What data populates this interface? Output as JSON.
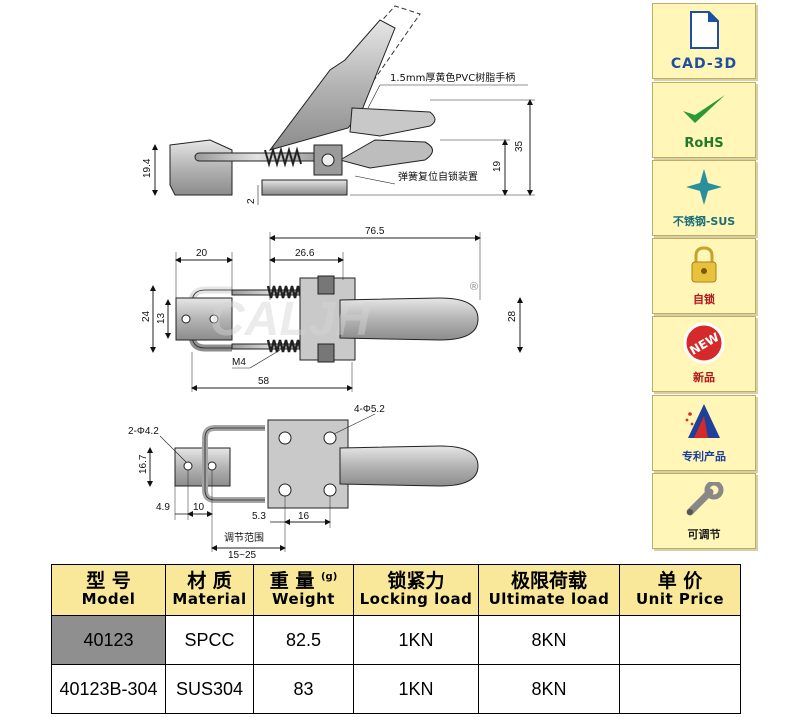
{
  "drawing": {
    "side_view": {
      "dims": {
        "height_total": "35",
        "height_mid": "19",
        "left_height": "19.4",
        "gap": "2"
      },
      "notes": {
        "handle": "1.5mm厚黄色PVC树脂手柄",
        "spring": "弹簧复位自锁装置"
      }
    },
    "top_view": {
      "dims": {
        "length": "76.5",
        "hook_width": "20",
        "pivot": "26.6",
        "outer_w": "24",
        "inner_w": "13",
        "handle_w": "28",
        "mount": "58",
        "thread": "M4"
      },
      "mark": "®"
    },
    "plate_view": {
      "dims": {
        "hole_small": "2-Φ4.2",
        "hole_large": "4-Φ5.2",
        "plate_h": "16.7",
        "edge": "4.9",
        "pitch": "10",
        "offset": "5.3",
        "span": "16",
        "adjust_label": "调节范围",
        "adjust_range": "15~25"
      }
    }
  },
  "features": [
    {
      "label": "CAD-3D",
      "icon": "cad-file-icon"
    },
    {
      "label": "RoHS",
      "icon": "checkmark-icon"
    },
    {
      "label": "不锈钢-SUS",
      "icon": "sparkle-star-icon"
    },
    {
      "label": "自锁",
      "icon": "padlock-icon"
    },
    {
      "label": "新品",
      "icon": "new-product-icon"
    },
    {
      "label": "专利产品",
      "icon": "patent-icon"
    },
    {
      "label": "可调节",
      "icon": "wrench-icon"
    }
  ],
  "table": {
    "headers": [
      {
        "cn": "型 号",
        "en": "Model"
      },
      {
        "cn": "材 质",
        "en": "Material"
      },
      {
        "cn": "重 量",
        "en": "Weight",
        "unit": "(g)"
      },
      {
        "cn": "锁紧力",
        "en": "Locking load"
      },
      {
        "cn": "极限荷载",
        "en": "Ultimate load"
      },
      {
        "cn": "单 价",
        "en": "Unit Price"
      }
    ],
    "rows": [
      {
        "model": "40123",
        "material": "SPCC",
        "weight": "82.5",
        "locking": "1KN",
        "ultimate": "8KN",
        "price": ""
      },
      {
        "model": "40123B-304",
        "material": "SUS304",
        "weight": "83",
        "locking": "1KN",
        "ultimate": "8KN",
        "price": ""
      }
    ]
  },
  "colors": {
    "header_bg": "#f9e89a",
    "model_cell_bg": "#8f8f8f",
    "badge_bg": "#fff6b8",
    "metal": "#b9b9b9"
  }
}
